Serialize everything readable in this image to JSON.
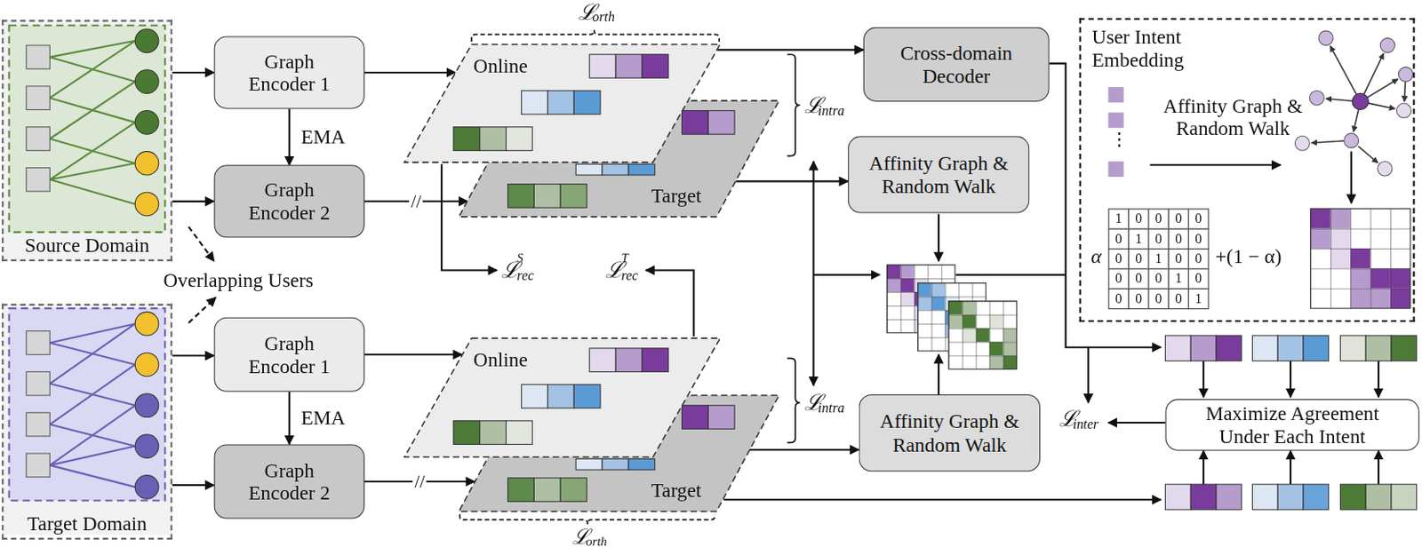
{
  "diagram": {
    "nodes": [
      {
        "text": [
          "Source Domain"
        ]
      },
      {
        "text": [
          "Graph Encoder 1"
        ]
      },
      {
        "text": [
          "Graph Encoder 2"
        ]
      },
      {
        "text": [
          "Target Domain"
        ]
      },
      {
        "text": [
          "Graph Encoder 1"
        ]
      },
      {
        "text": [
          "Graph Encoder 2"
        ]
      },
      {
        "text": [
          "Online"
        ]
      },
      {
        "text": [
          "Target"
        ]
      },
      {
        "text": [
          "Online"
        ]
      },
      {
        "text": [
          "Target"
        ]
      },
      {
        "text": [
          "Cross-domain Decoder"
        ]
      },
      {
        "text": [
          "Affinity Graph & Random Walk"
        ]
      },
      {
        "text": [
          "Affinity Graph & Random Walk"
        ]
      },
      {
        "text": [
          "User Intent Embedding",
          "Affinity Graph & Random Walk"
        ]
      },
      {
        "text": [
          "Maximize Agreement Under Each Intent"
        ]
      }
    ],
    "edges": [
      {
        "from": 0,
        "to": 1,
        "arrow": "to"
      },
      {
        "from": 0,
        "to": 2,
        "arrow": "to"
      },
      {
        "from": 1,
        "to": 2,
        "arrow": "to",
        "label": "EMA"
      },
      {
        "from": 1,
        "to": 6,
        "arrow": "to"
      },
      {
        "from": 2,
        "to": 7,
        "arrow": "to",
        "label": "//"
      },
      {
        "from": 3,
        "to": 4,
        "arrow": "to"
      },
      {
        "from": 3,
        "to": 5,
        "arrow": "to"
      },
      {
        "from": 4,
        "to": 5,
        "arrow": "to",
        "label": "EMA"
      },
      {
        "from": 4,
        "to": 8,
        "arrow": "to"
      },
      {
        "from": 5,
        "to": 9,
        "arrow": "to",
        "label": "//"
      },
      {
        "from": 6,
        "to": 10,
        "arrow": "to"
      },
      {
        "from": 7,
        "to": 11,
        "arrow": "to"
      },
      {
        "from": 8,
        "to": 12,
        "arrow": "to"
      }
    ],
    "labels": [
      "Overlapping Users",
      "ℒ",
      "orth",
      "ℒ",
      "orth",
      "ℒ",
      "intra",
      "ℒ",
      "intra",
      "ℒ",
      "S",
      "rec",
      "ℒ",
      "T",
      "rec",
      "ℒ",
      "inter",
      "⋮",
      "α",
      "+(1 − α)",
      "1",
      "0",
      "0",
      "0",
      "0",
      "0",
      "1",
      "0",
      "0",
      "0",
      "0",
      "0",
      "1",
      "0",
      "0",
      "0",
      "0",
      "0",
      "1",
      "0",
      "0",
      "0",
      "0",
      "0",
      "1"
    ]
  }
}
